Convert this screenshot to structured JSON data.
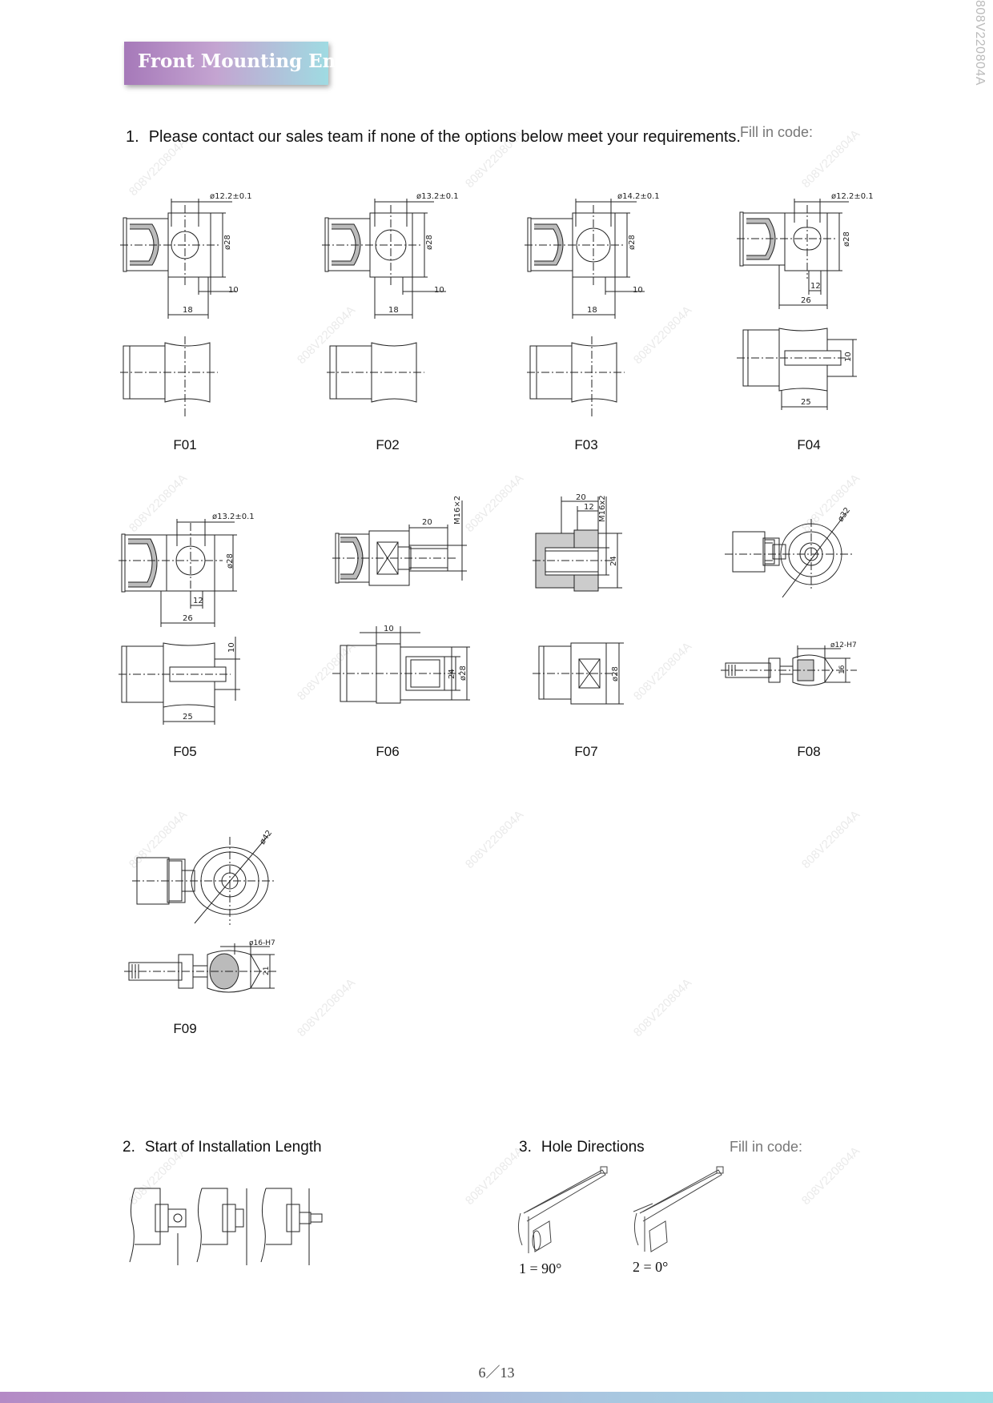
{
  "header": {
    "title": "Front Mounting End",
    "doc_id": "808V220804A"
  },
  "section1": {
    "number": "1.",
    "text": "Please contact our sales team if none of the options below meet your requirements.",
    "fill_label": "Fill in code:"
  },
  "options": [
    {
      "code": "F01",
      "dims": [
        "ø12.2±0.1",
        "ø28",
        "10",
        "18"
      ]
    },
    {
      "code": "F02",
      "dims": [
        "ø13.2±0.1",
        "ø28",
        "10",
        "18"
      ]
    },
    {
      "code": "F03",
      "dims": [
        "ø14.2±0.1",
        "ø28",
        "10",
        "18"
      ]
    },
    {
      "code": "F04",
      "dims": [
        "ø12.2±0.1",
        "ø28",
        "12",
        "26",
        "10",
        "25"
      ]
    },
    {
      "code": "F05",
      "dims": [
        "ø13.2±0.1",
        "ø28",
        "12",
        "26",
        "10",
        "25"
      ]
    },
    {
      "code": "F06",
      "dims": [
        "20",
        "M16×2",
        "10",
        "24",
        "ø28"
      ]
    },
    {
      "code": "F07",
      "dims": [
        "20",
        "12",
        "M16x2",
        "24",
        "ø28"
      ]
    },
    {
      "code": "F08",
      "dims": [
        "ø32",
        "ø12-H7",
        "16"
      ]
    },
    {
      "code": "F09",
      "dims": [
        "ø42",
        "ø16-H7",
        "21"
      ]
    }
  ],
  "section2": {
    "number": "2.",
    "title": "Start of Installation Length"
  },
  "section3": {
    "number": "3.",
    "title": "Hole Directions",
    "fill_label": "Fill in code:",
    "options": [
      {
        "label": "1 = 90°"
      },
      {
        "label": "2 = 0°"
      }
    ]
  },
  "footer": {
    "page": "6／13"
  },
  "watermark": "808V220804A"
}
